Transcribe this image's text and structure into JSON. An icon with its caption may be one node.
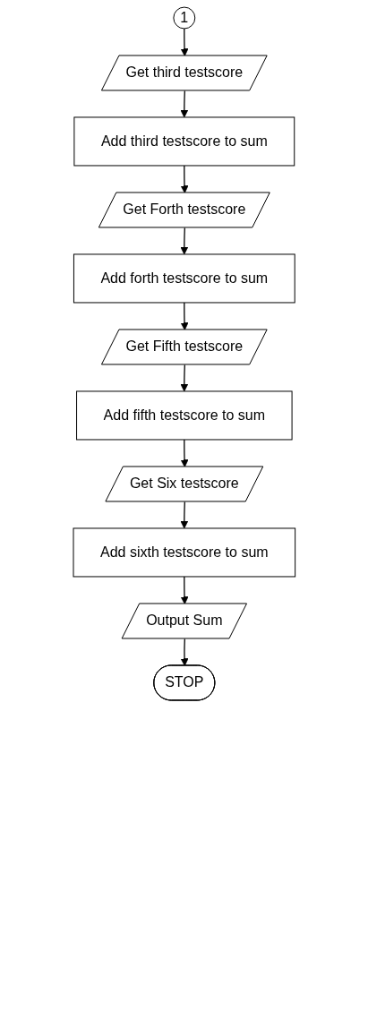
{
  "diagram": {
    "nodes": [
      {
        "text": [
          "1"
        ]
      },
      {
        "text": [
          "Get third testscore"
        ]
      },
      {
        "text": [
          "Add third testscore to sum"
        ]
      },
      {
        "text": [
          "Get Forth testscore"
        ]
      },
      {
        "text": [
          "Add forth testscore to sum"
        ]
      },
      {
        "text": [
          "Get Fifth testscore"
        ]
      },
      {
        "text": [
          "Add fifth testscore to sum"
        ]
      },
      {
        "text": [
          "Get Six testscore"
        ]
      },
      {
        "text": [
          "Add sixth testscore to sum"
        ]
      },
      {
        "text": [
          "Output Sum"
        ]
      },
      {
        "text": [
          "STOP"
        ]
      }
    ],
    "edges": [
      {
        "from": 0,
        "to": 1,
        "arrow": "to"
      },
      {
        "from": 1,
        "to": 2,
        "arrow": "to"
      },
      {
        "from": 2,
        "to": 3,
        "arrow": "to"
      },
      {
        "from": 3,
        "to": 4,
        "arrow": "to"
      },
      {
        "from": 4,
        "to": 5,
        "arrow": "to"
      },
      {
        "from": 5,
        "to": 6,
        "arrow": "to"
      },
      {
        "from": 6,
        "to": 7,
        "arrow": "to"
      },
      {
        "from": 7,
        "to": 8,
        "arrow": "to"
      },
      {
        "from": 8,
        "to": 9,
        "arrow": "to"
      },
      {
        "from": 9,
        "to": 10,
        "arrow": "to"
      }
    ]
  }
}
